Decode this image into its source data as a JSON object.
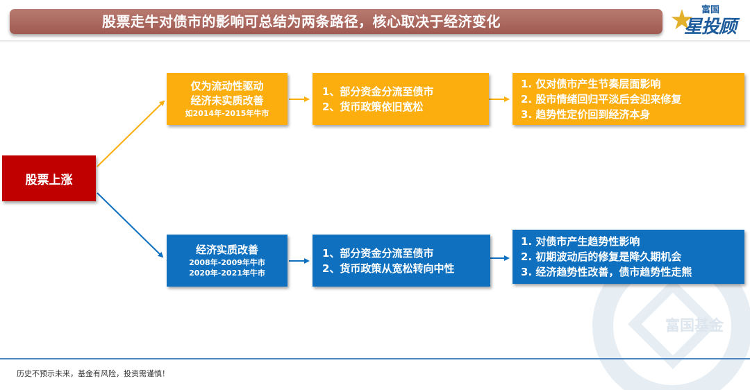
{
  "title": "股票走牛对债市的影响可总结为两条路径，核心取决于经济变化",
  "logo": {
    "brand": "富国",
    "name": "星投顾",
    "star": "★"
  },
  "root": "股票上涨",
  "top_path": {
    "condition": {
      "line1": "仅为流动性驱动",
      "line2": "经济未实质改善",
      "example": "如2014年-2015年牛市"
    },
    "mechanism": [
      "1、部分资金分流至债市",
      "2、货币政策依旧宽松"
    ],
    "impact": [
      "1.  仅对债市产生节奏层面影响",
      "2.  股市情绪回归平淡后会迎来修复",
      "3.  趋势性定价回到经济本身"
    ]
  },
  "bottom_path": {
    "condition": {
      "line1": "经济实质改善",
      "example1": "2008年-2009年牛市",
      "example2": "2020年-2021年牛市"
    },
    "mechanism": [
      "1、部分资金分流至债市",
      "2、货币政策从宽松转向中性"
    ],
    "impact": [
      "1.  对债市产生趋势性影响",
      "2.  初期波动后的修复是降久期机会",
      "3.  经济趋势性改善，债市趋势性走熊"
    ]
  },
  "watermark": "富国基金",
  "footer": "历史不预示未来，基金有风险，投资需谨慎！",
  "colors": {
    "orange": "#fbae0d",
    "blue": "#0e70bf",
    "red": "#c00000",
    "title_bar": "#a86560"
  }
}
